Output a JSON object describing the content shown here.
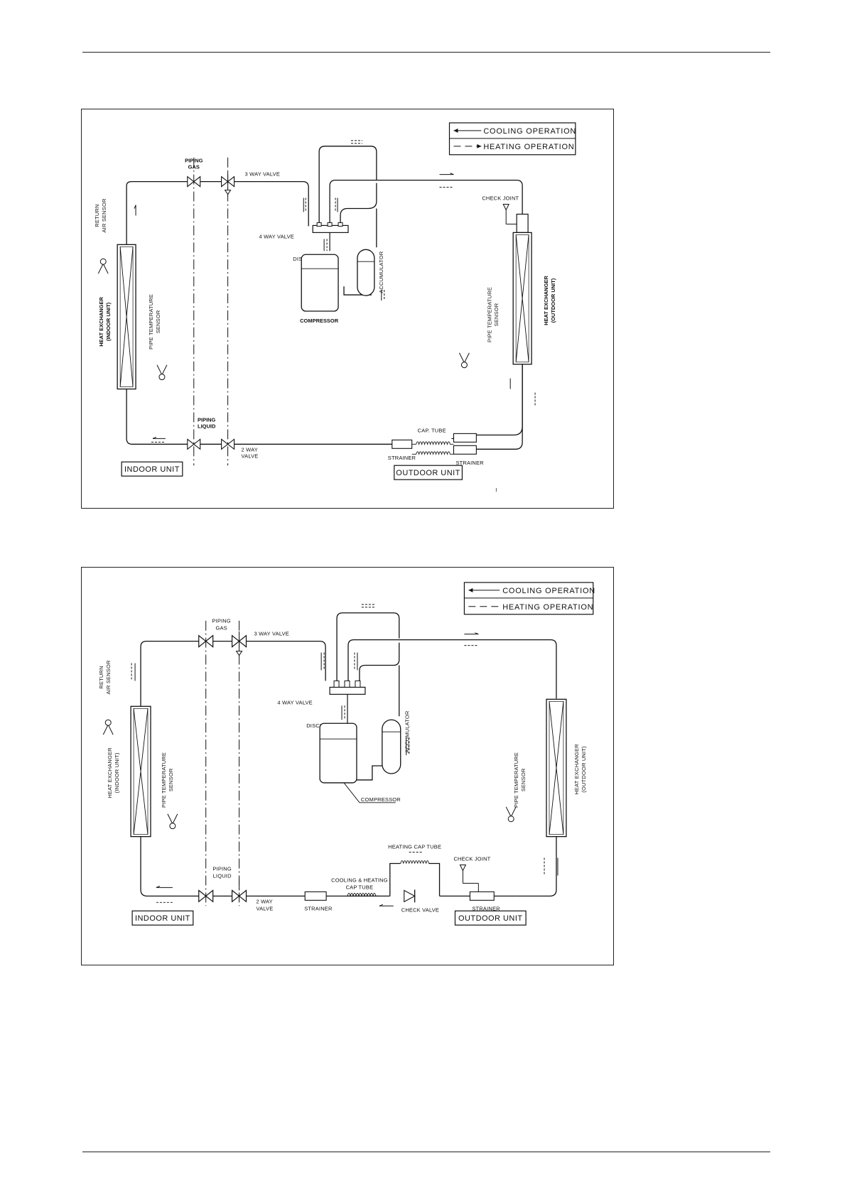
{
  "diagram1": {
    "legend": {
      "cooling": "COOLING OPERATION",
      "heating": "HEATING OPERATION"
    },
    "labels": {
      "piping_gas": [
        "PIPING",
        "GAS"
      ],
      "three_way_valve": "3 WAY VALVE",
      "return_air_sensor": [
        "RETURN",
        "AIR SENSOR"
      ],
      "heat_exchanger_indoor": [
        "HEAT EXCHANGER",
        "(INDOOR UNIT)"
      ],
      "pipe_temp_sensor_indoor": [
        "PIPE TEMPERATURE",
        "SENSOR"
      ],
      "four_way_valve": "4 WAY VALVE",
      "discharge": "DISCHARGE",
      "compressor": "COMPRESSOR",
      "accumulator": "ACCUMULATOR",
      "check_joint": "CHECK JOINT",
      "pipe_temp_sensor_outdoor": [
        "PIPE TEMPERATURE",
        "SENSOR"
      ],
      "heat_exchanger_outdoor": [
        "HEAT EXCHANGER",
        "(OUTDOOR UNIT)"
      ],
      "piping_liquid": [
        "PIPING",
        "LIQUID"
      ],
      "two_way_valve": [
        "2 WAY",
        "VALVE"
      ],
      "cap_tube": "CAP. TUBE",
      "strainer_1": "STRAINER",
      "strainer_2": "STRAINER",
      "indoor_unit": "INDOOR UNIT",
      "outdoor_unit": "OUTDOOR UNIT",
      "mark": "I"
    }
  },
  "diagram2": {
    "legend": {
      "cooling": "COOLING OPERATION",
      "heating": "HEATING OPERATION"
    },
    "labels": {
      "piping_gas": [
        "PIPING",
        "GAS"
      ],
      "three_way_valve": "3 WAY VALVE",
      "return_air_sensor": [
        "RETURN",
        "AIR SENSOR"
      ],
      "heat_exchanger_indoor": [
        "HEAT EXCHANGER",
        "(INDOOR UNIT)"
      ],
      "pipe_temp_sensor_indoor": [
        "PIPE TEMPERATURE",
        "SENSOR"
      ],
      "four_way_valve": "4 WAY VALVE",
      "discharge": "DISCHARGE",
      "compressor": "COMPRESSOR",
      "accumulator": "ACCUMULATOR",
      "pipe_temp_sensor_outdoor": [
        "PIPE TEMPERATURE",
        "SENSOR"
      ],
      "heat_exchanger_outdoor": [
        "HEAT EXCHANGER",
        "(OUTDOOR UNIT)"
      ],
      "heating_cap_tube": "HEATING CAP TUBE",
      "check_joint": "CHECK JOINT",
      "piping_liquid": [
        "PIPING",
        "LIQUID"
      ],
      "two_way_valve": [
        "2 WAY",
        "VALVE"
      ],
      "strainer_1": "STRAINER",
      "cooling_heating_cap_tube": [
        "COOLING & HEATING",
        "CAP TUBE"
      ],
      "check_valve": "CHECK VALVE",
      "strainer_2": "STRAINER",
      "indoor_unit": "INDOOR UNIT",
      "outdoor_unit": "OUTDOOR UNIT"
    }
  }
}
